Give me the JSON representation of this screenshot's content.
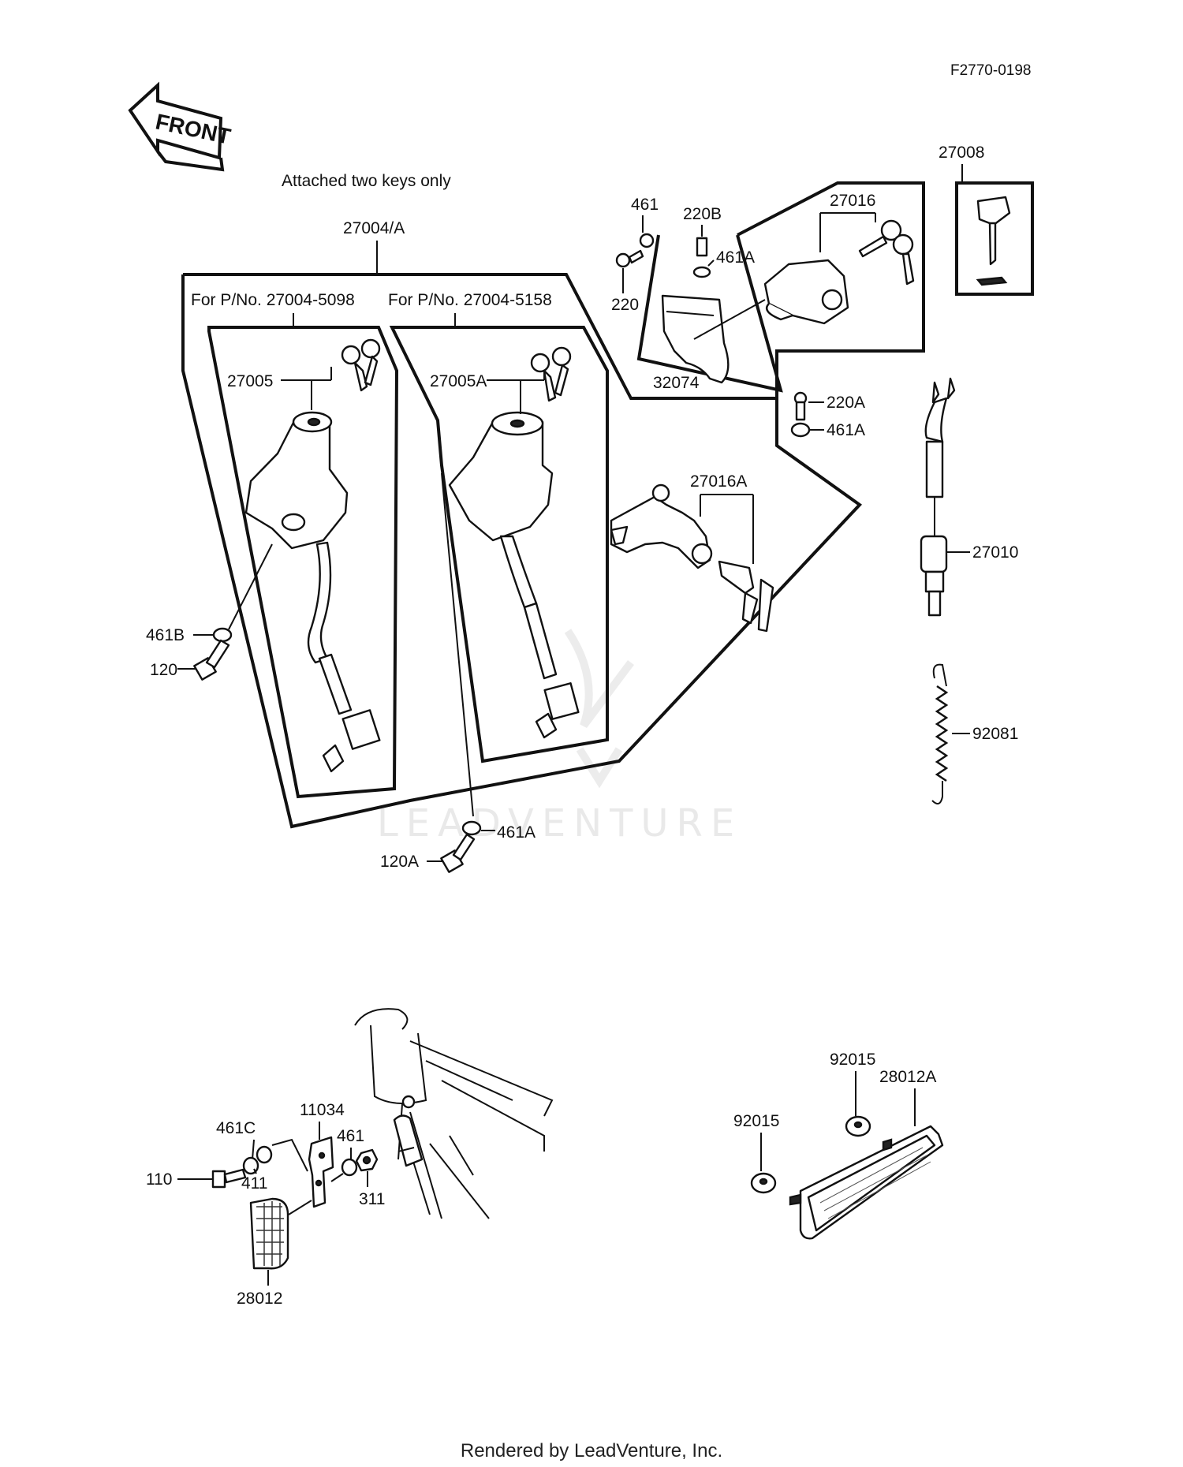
{
  "diagram_code": "F2770-0198",
  "front_label": "FRONT",
  "note_attached_keys": "Attached two keys only",
  "group_main_label": "27004/A",
  "sub_left_label": "For P/No. 27004-5098",
  "sub_right_label": "For P/No. 27004-5158",
  "watermark": "LEADVENTURE",
  "footer": "Rendered by LeadVenture, Inc.",
  "parts": {
    "p27005": "27005",
    "p27005A": "27005A",
    "p461B": "461B",
    "p120": "120",
    "p461A_bottom": "461A",
    "p120A": "120A",
    "p461_top": "461",
    "p220": "220",
    "p220B": "220B",
    "p461A_top": "461A",
    "p27016": "27016",
    "p32074": "32074",
    "p220A": "220A",
    "p461A_mid": "461A",
    "p27016A": "27016A",
    "p27008": "27008",
    "p27010": "27010",
    "p92081": "92081",
    "p461C": "461C",
    "p110": "110",
    "p411": "411",
    "p11034": "11034",
    "p461_bottom": "461",
    "p311": "311",
    "p28012": "28012",
    "p92015_a": "92015",
    "p92015_b": "92015",
    "p28012A": "28012A"
  }
}
